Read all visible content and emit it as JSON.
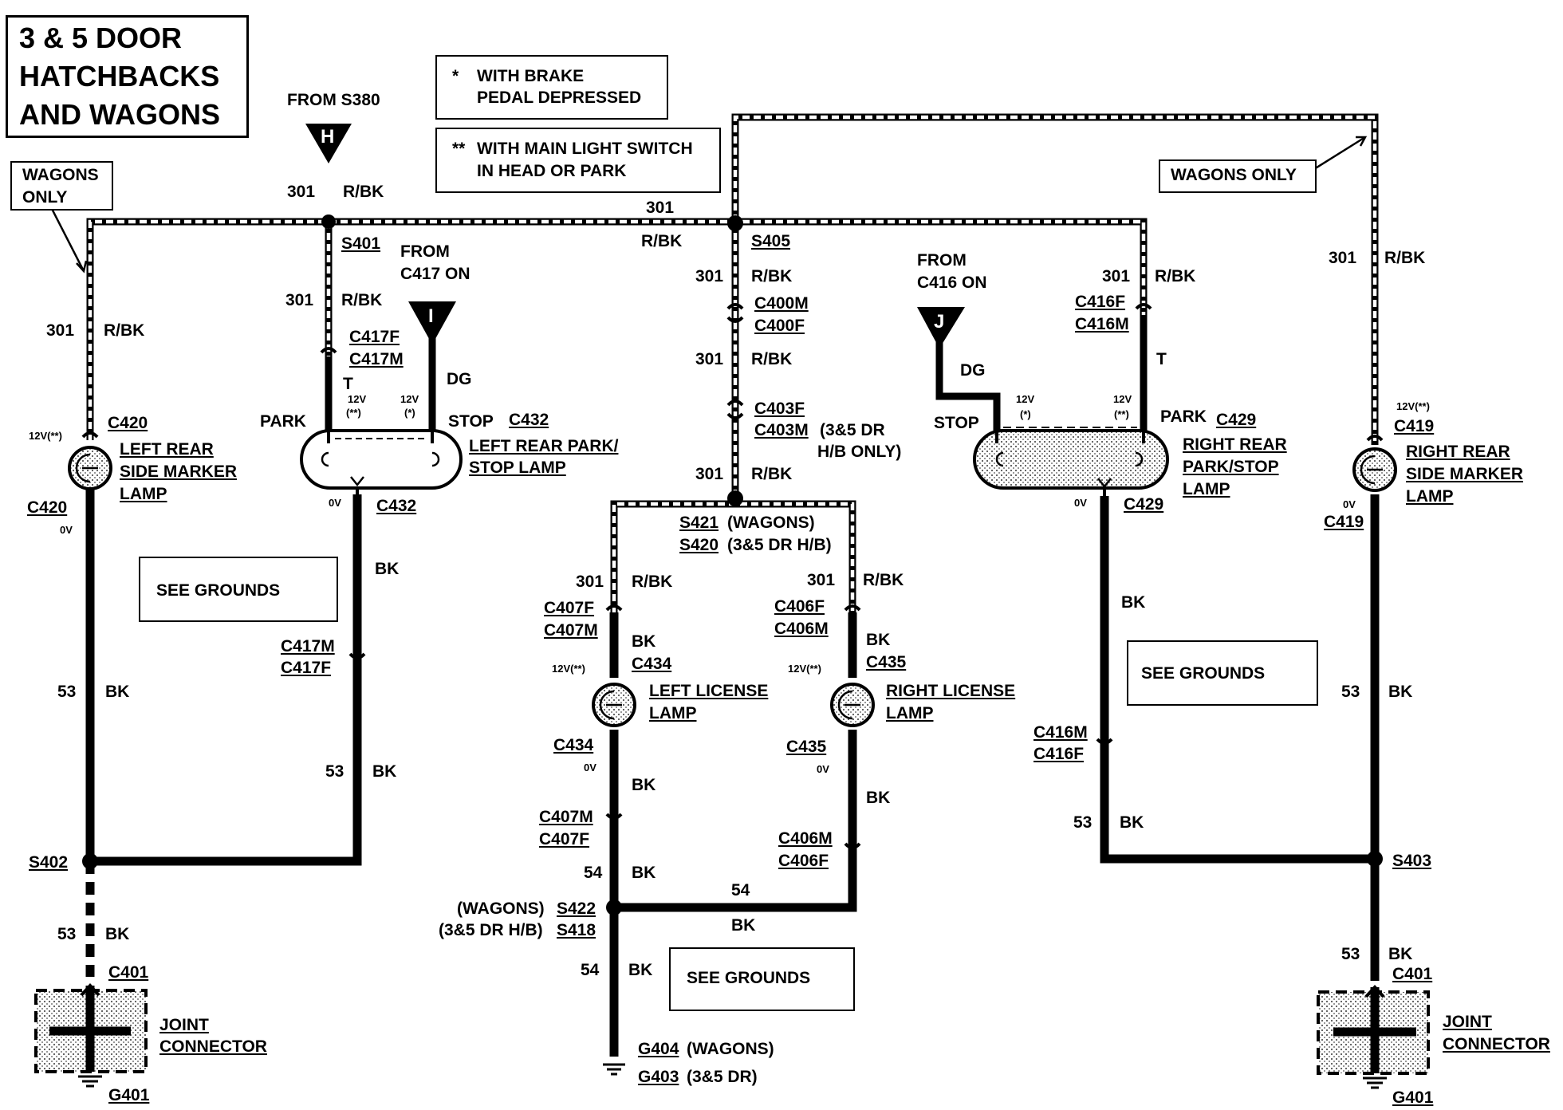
{
  "title": {
    "line1": "3 & 5 DOOR",
    "line2": "HATCHBACKS",
    "line3": "AND WAGONS"
  },
  "notes": {
    "n1_star": "*",
    "n1_line1": "WITH BRAKE",
    "n1_line2": "PEDAL DEPRESSED",
    "n2_star": "**",
    "n2_line1": "WITH MAIN LIGHT SWITCH",
    "n2_line2": "IN HEAD OR PARK"
  },
  "wagons_only_left": {
    "line1": "WAGONS",
    "line2": "ONLY"
  },
  "wagons_only_right": "WAGONS ONLY",
  "feeds": {
    "h": {
      "letter": "H",
      "from": "FROM S380"
    },
    "i": {
      "letter": "I",
      "from1": "FROM",
      "from2": "C417 ON"
    },
    "j": {
      "letter": "J",
      "from1": "FROM",
      "from2": "C416 ON"
    }
  },
  "circuits": {
    "c301": "301",
    "rbk": "R/BK",
    "c53": "53",
    "c54": "54",
    "bk": "BK",
    "t": "T",
    "dg": "DG"
  },
  "voltages": {
    "v12ss": "12V(**)",
    "v0": "0V",
    "v12": "12V",
    "ss": "(**)",
    "s": "(*)"
  },
  "splices": {
    "s401": "S401",
    "s405": "S405",
    "s421": "S421",
    "s421_note": "(WAGONS)",
    "s420": "S420",
    "s420_note": "(3&5 DR H/B)",
    "s402": "S402",
    "s403": "S403",
    "s422_note": "(WAGONS)",
    "s422": "S422",
    "s418_note": "(3&5 DR H/B)",
    "s418": "S418"
  },
  "connectors": {
    "c400m": "C400M",
    "c400f": "C400F",
    "c403f": "C403F",
    "c403m": "C403M",
    "c403_note1": "(3&5 DR",
    "c403_note2": "H/B ONLY)",
    "c417f": "C417F",
    "c417m": "C417M",
    "c416f": "C416F",
    "c416m": "C416M",
    "c420": "C420",
    "c432": "C432",
    "c429": "C429",
    "c419": "C419",
    "c407f": "C407F",
    "c407m": "C407M",
    "c406f": "C406F",
    "c406m": "C406M",
    "c434": "C434",
    "c435": "C435",
    "c401": "C401"
  },
  "lamps": {
    "left_marker": [
      "LEFT REAR",
      "SIDE MARKER",
      "LAMP"
    ],
    "left_parkstop": [
      "LEFT REAR PARK/",
      "STOP LAMP"
    ],
    "right_parkstop": [
      "RIGHT REAR",
      "PARK/STOP",
      "LAMP"
    ],
    "right_marker": [
      "RIGHT REAR",
      "SIDE MARKER",
      "LAMP"
    ],
    "left_license": [
      "LEFT LICENSE",
      "LAMP"
    ],
    "right_license": [
      "RIGHT LICENSE",
      "LAMP"
    ],
    "park": "PARK",
    "stop": "STOP"
  },
  "see_grounds": "SEE GROUNDS",
  "joint": [
    "JOINT",
    "CONNECTOR"
  ],
  "grounds": {
    "g401": "G401",
    "g404": "G404",
    "g404_note": "(WAGONS)",
    "g403": "G403",
    "g403_note": "(3&5 DR)"
  }
}
